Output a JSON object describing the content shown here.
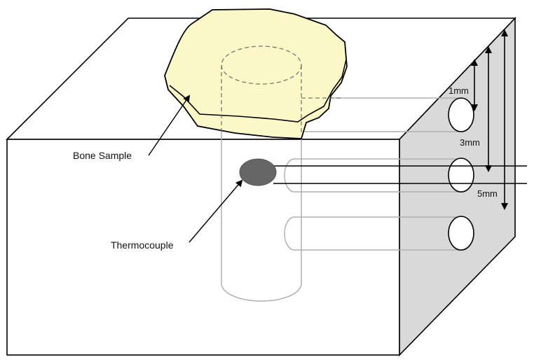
{
  "labels": {
    "bone_sample": "Bone Sample",
    "thermocouple": "Thermocouple"
  },
  "dimensions": {
    "d1": "1mm",
    "d3": "3mm",
    "d5": "5mm"
  },
  "colors": {
    "bone_fill": "#fdf8c8",
    "side_face": "#d9d9d9",
    "thermocouple": "#666666",
    "hidden_line": "#b0b0b0",
    "outline": "#000000"
  }
}
